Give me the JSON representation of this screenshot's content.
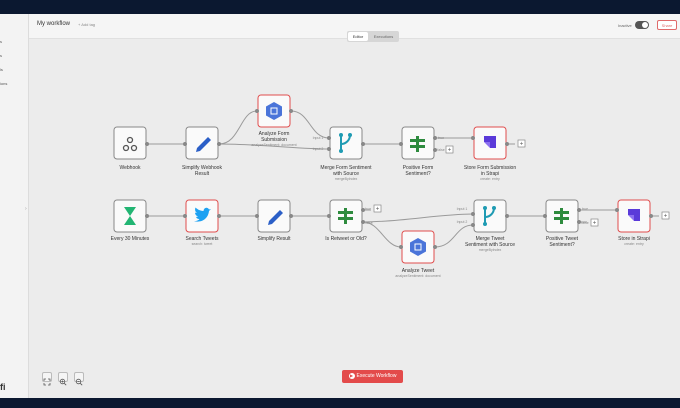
{
  "header": {
    "title": "My workflow",
    "add_tag": "+ Add tag",
    "active_label": "Inactive",
    "share_label": "Share"
  },
  "tabs": [
    {
      "label": "Editor",
      "active": true
    },
    {
      "label": "Executions",
      "active": false
    }
  ],
  "sidebar": {
    "items": [
      "s",
      "s",
      "ls",
      "ions"
    ],
    "logo": "fi"
  },
  "canvas": {
    "nodes": [
      {
        "id": "webhook",
        "label": "Webhook",
        "sub": "",
        "icon": "webhook-icon",
        "color": "#555"
      },
      {
        "id": "simplify-webhook",
        "label": "Simplify Webhook Result",
        "sub": "",
        "icon": "pencil-icon",
        "color": "#2b5fc7"
      },
      {
        "id": "analyze-form",
        "label": "Analyze Form Submission",
        "sub": "analyzeSentiment: document",
        "icon": "google-nl-icon",
        "color": "#4a74d9"
      },
      {
        "id": "merge-form",
        "label": "Merge Form Sentiment with Source",
        "sub": "mergeByIndex",
        "icon": "merge-icon",
        "color": "#1f9bb3"
      },
      {
        "id": "positive-form",
        "label": "Positive Form Sentiment?",
        "sub": "",
        "icon": "if-icon",
        "color": "#2e8b3e"
      },
      {
        "id": "store-form",
        "label": "Store Form Submission in Strapi",
        "sub": "create: entry",
        "icon": "strapi-icon",
        "color": "#5a3ad9"
      },
      {
        "id": "every-30",
        "label": "Every 30 Minutes",
        "sub": "",
        "icon": "hourglass-icon",
        "color": "#22b573"
      },
      {
        "id": "search-tweets",
        "label": "Search Tweets",
        "sub": "search: tweet",
        "icon": "twitter-icon",
        "color": "#1da1f2"
      },
      {
        "id": "simplify-result",
        "label": "Simplify Result",
        "sub": "",
        "icon": "pencil-icon",
        "color": "#2b5fc7"
      },
      {
        "id": "is-retweet",
        "label": "Is Retweet or Old?",
        "sub": "",
        "icon": "if-icon",
        "color": "#2e8b3e"
      },
      {
        "id": "analyze-tweet",
        "label": "Analyze Tweet",
        "sub": "analyzeSentiment: document",
        "icon": "google-nl-icon",
        "color": "#4a74d9"
      },
      {
        "id": "merge-tweet",
        "label": "Merge Tweet Sentiment with Source",
        "sub": "mergeByIndex",
        "icon": "merge-icon",
        "color": "#1f9bb3"
      },
      {
        "id": "positive-tweet",
        "label": "Positive Tweet Sentiment?",
        "sub": "",
        "icon": "if-icon",
        "color": "#2e8b3e"
      },
      {
        "id": "store-strapi",
        "label": "Store in Strapi",
        "sub": "create: entry",
        "icon": "strapi-icon",
        "color": "#5a3ad9"
      }
    ],
    "port_labels": {
      "input1": "Input 1",
      "input2": "Input 2",
      "true_label": "true",
      "false_label": "false"
    }
  },
  "footer": {
    "execute_label": "Execute Workflow"
  }
}
